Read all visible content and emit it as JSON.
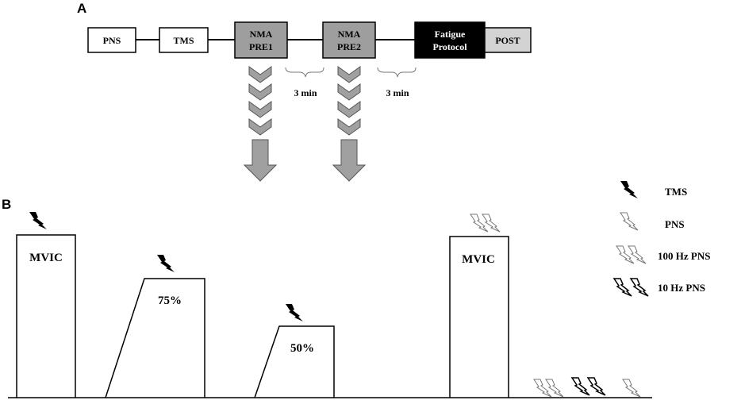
{
  "panel_a": {
    "label": "A",
    "boxes": {
      "pns": "PNS",
      "tms": "TMS",
      "nma_pre1": [
        "NMA",
        "PRE1"
      ],
      "nma_pre2": [
        "NMA",
        "PRE2"
      ],
      "fatigue": [
        "Fatigue",
        "Protocol"
      ],
      "post": "POST"
    },
    "intervals": [
      "3 min",
      "3 min"
    ],
    "colors": {
      "nma": "#9e9e9e",
      "fatigue": "#000000",
      "post": "#d3d3d3",
      "arrow": "#a0a0a0"
    }
  },
  "panel_b": {
    "label": "B",
    "contractions": {
      "mvic1": "MVIC",
      "p75": "75%",
      "p50": "50%",
      "mvic2": "MVIC"
    },
    "legend": {
      "tms": "TMS",
      "pns": "PNS",
      "hz100": "100 Hz PNS",
      "hz10": "10 Hz PNS"
    }
  }
}
